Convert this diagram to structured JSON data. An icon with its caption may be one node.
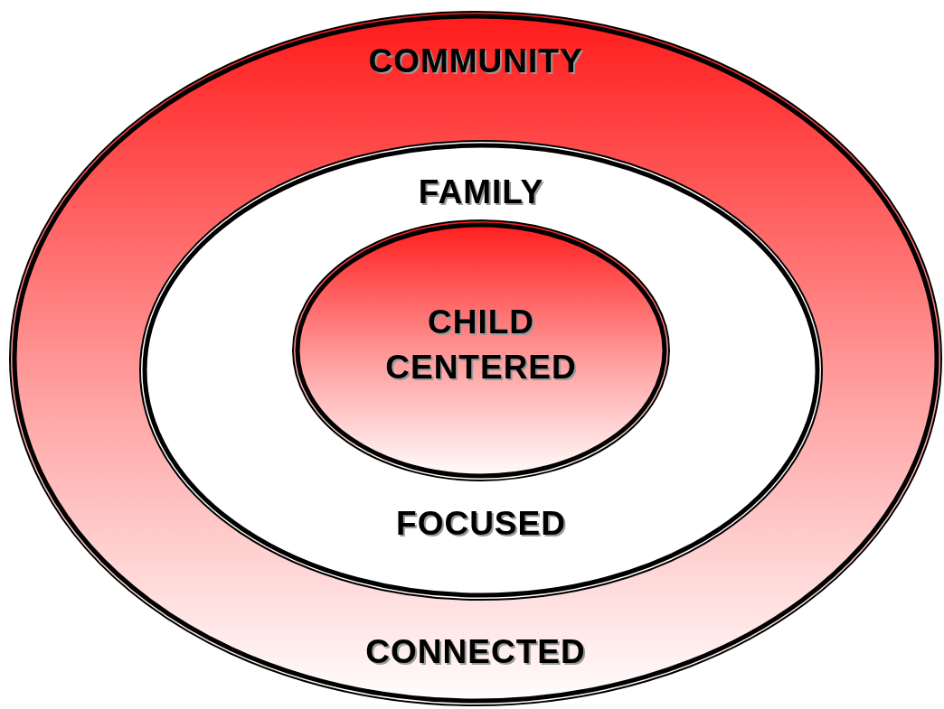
{
  "diagram": {
    "nodes": [
      {
        "text": [
          "COMMUNITY",
          "CONNECTED"
        ]
      },
      {
        "text": [
          "FAMILY",
          "FOCUSED"
        ],
        "in": 0
      },
      {
        "text": [
          "CHILD CENTERED"
        ],
        "in": 1
      }
    ]
  }
}
